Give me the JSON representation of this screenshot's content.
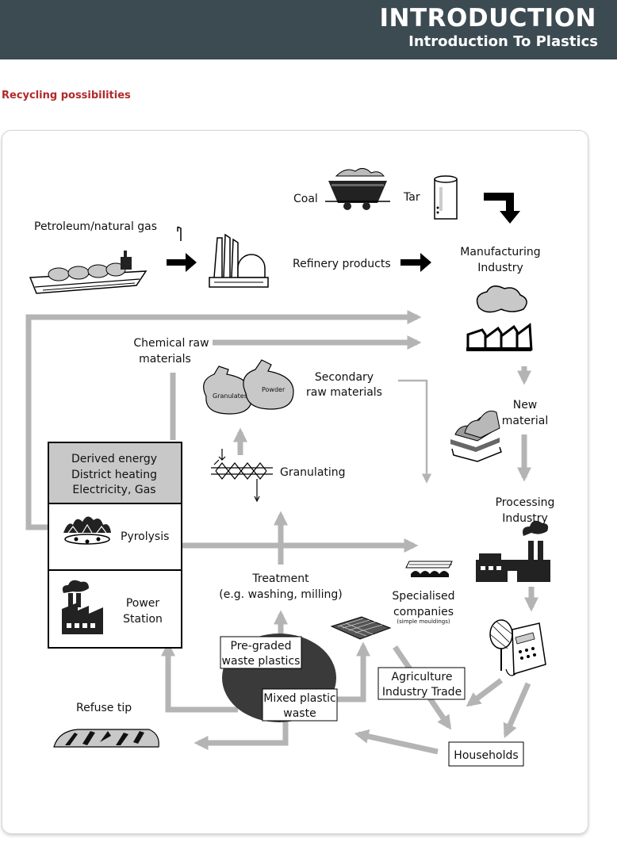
{
  "header": {
    "title": "INTRODUCTION",
    "subtitle": "Introduction To Plastics"
  },
  "section_label": "Recycling possibilities",
  "diagram": {
    "labels": {
      "petroleum": "Petroleum/natural gas",
      "coal": "Coal",
      "tar": "Tar",
      "refinery_products": "Refinery products",
      "manufacturing_1": "Manufacturing",
      "manufacturing_2": "Industry",
      "chemical_raw_1": "Chemical raw",
      "chemical_raw_2": "materials",
      "secondary_raw_1": "Secondary",
      "secondary_raw_2": "raw materials",
      "granulates": "Granulates",
      "powder": "Powder",
      "granulating": "Granulating",
      "new_material_1": "New",
      "new_material_2": "material",
      "derived_energy_1": "Derived energy",
      "derived_energy_2": "District heating",
      "derived_energy_3": "Electricity, Gas",
      "pyrolysis": "Pyrolysis",
      "power_station_1": "Power",
      "power_station_2": "Station",
      "processing_1": "Processing",
      "processing_2": "Industry",
      "treatment_1": "Treatment",
      "treatment_2": "(e.g. washing, milling)",
      "specialised_1": "Specialised",
      "specialised_2": "companies",
      "specialised_3": "(simple mouldings)",
      "pre_graded_1": "Pre-graded",
      "pre_graded_2": "waste plastics",
      "agriculture_1": "Agriculture",
      "agriculture_2": "Industry Trade",
      "mixed_plastic_1": "Mixed plastic",
      "mixed_plastic_2": "waste",
      "refuse_tip": "Refuse tip",
      "households": "Households"
    }
  }
}
